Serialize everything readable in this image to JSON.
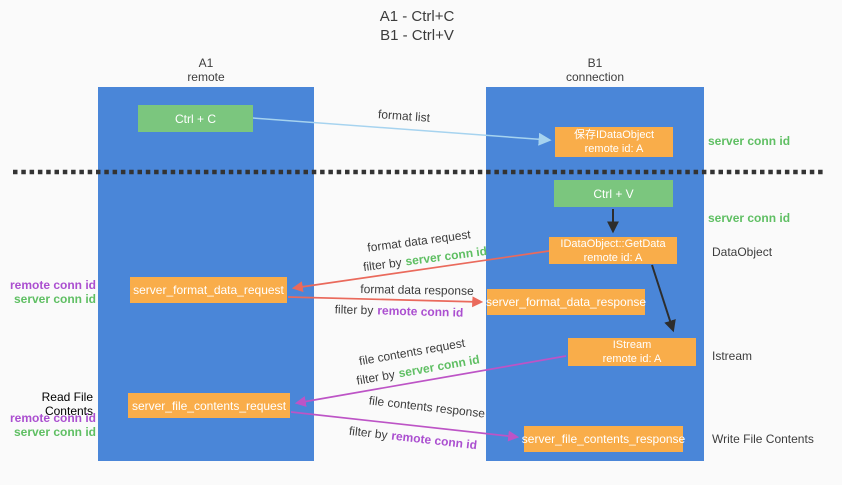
{
  "title": {
    "line1": "A1 - Ctrl+C",
    "line2": "B1 - Ctrl+V"
  },
  "lanes": {
    "a1": {
      "id": "A1",
      "role": "remote"
    },
    "b1": {
      "id": "B1",
      "role": "connection"
    }
  },
  "nodes": {
    "ctrl_c": {
      "label": "Ctrl + C"
    },
    "ctrl_v": {
      "label": "Ctrl + V"
    },
    "save_idataobject": {
      "line1": "保存IDataObject",
      "line2": "remote id: A"
    },
    "idataobject_getdata": {
      "line1": "IDataObject::GetData",
      "line2": "remote id: A"
    },
    "istream": {
      "line1": "IStream",
      "line2": "remote id: A"
    },
    "server_format_data_request": {
      "label": "server_format_data_request"
    },
    "server_format_data_response": {
      "label": "server_format_data_response"
    },
    "server_file_contents_request": {
      "label": "server_file_contents_request"
    },
    "server_file_contents_response": {
      "label": "server_file_contents_response"
    }
  },
  "edges": {
    "format_list": {
      "label": "format list"
    },
    "format_data_request": {
      "label": "format data request",
      "filter_prefix": "filter by",
      "filter_key": "server conn id"
    },
    "format_data_response": {
      "label": "format data response",
      "filter_prefix": "filter by",
      "filter_key": "remote conn id"
    },
    "file_contents_request": {
      "label": "file contents request",
      "filter_prefix": "filter by",
      "filter_key": "server conn id"
    },
    "file_contents_response": {
      "label": "file contents response",
      "filter_prefix": "filter by",
      "filter_key": "remote conn id"
    }
  },
  "annotations": {
    "right": {
      "server_conn_id_top": "server conn id",
      "server_conn_id_mid": "server conn id",
      "dataobject": "DataObject",
      "istream": "Istream",
      "write_file_contents": "Write File Contents"
    },
    "left": {
      "remote_conn_id_top": "remote conn id",
      "server_conn_id_top": "server conn id",
      "read_file_contents": "Read File Contents",
      "remote_conn_id_bottom": "remote conn id",
      "server_conn_id_bottom": "server conn id"
    }
  },
  "colors": {
    "lane_blue": "#4a86d8",
    "box_green": "#7bc67e",
    "box_orange": "#f9ad4a",
    "text_dark": "#3d3d3d",
    "text_green": "#5fbf63",
    "text_purple": "#ab4fd0",
    "arrow_red": "#ea6a5c",
    "arrow_magenta": "#bd54c6",
    "arrow_blue": "#a6d3ef",
    "arrow_black": "#2d2d2d",
    "dotted_line": "#333333",
    "background": "#fafafa"
  }
}
